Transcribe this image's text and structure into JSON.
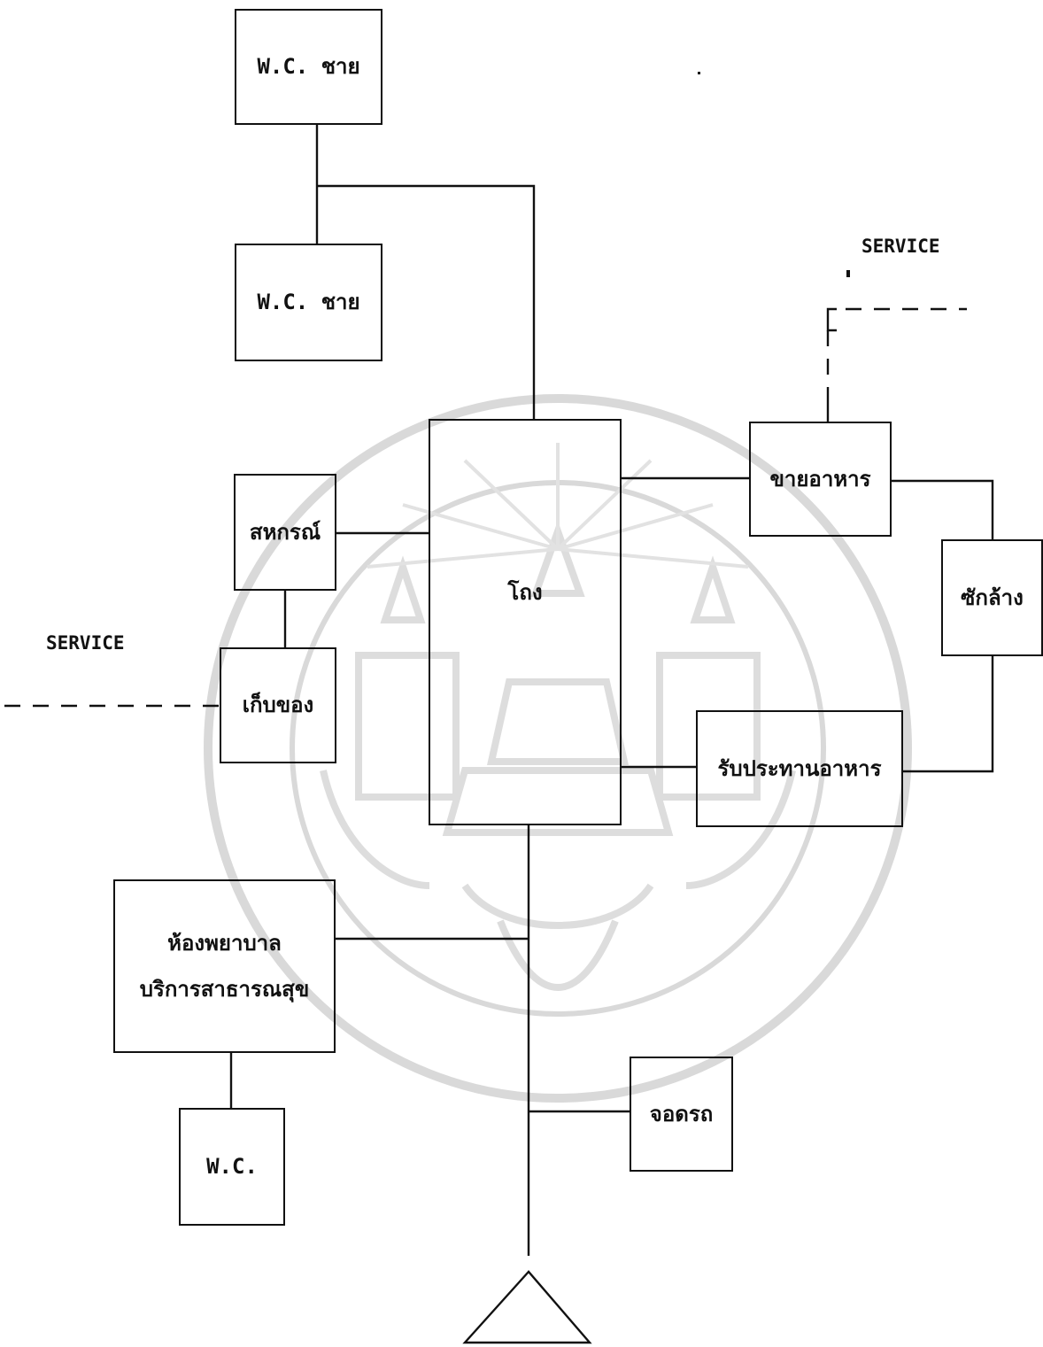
{
  "diagram": {
    "nodes": {
      "wc_male_1": "W.C. ชาย",
      "wc_male_2": "W.C. ชาย",
      "hall": "โถง",
      "cooperative": "สหกรณ์",
      "storage": "เก็บของ",
      "food_sales": "ขายอาหาร",
      "washing": "ซักล้าง",
      "dining": "รับประทานอาหาร",
      "nursing_room_line1": "ห้องพยาบาล",
      "nursing_room_line2": "บริการสาธารณสุข",
      "wc": "W.C.",
      "parking": "จอดรถ"
    },
    "service_labels": {
      "left": "SERVICE",
      "right": "SERVICE"
    },
    "colors": {
      "line": "#111111",
      "watermark": "#d8d8d8"
    },
    "icons": {
      "entrance": "triangle-entrance-icon",
      "watermark": "university-seal-watermark"
    }
  }
}
